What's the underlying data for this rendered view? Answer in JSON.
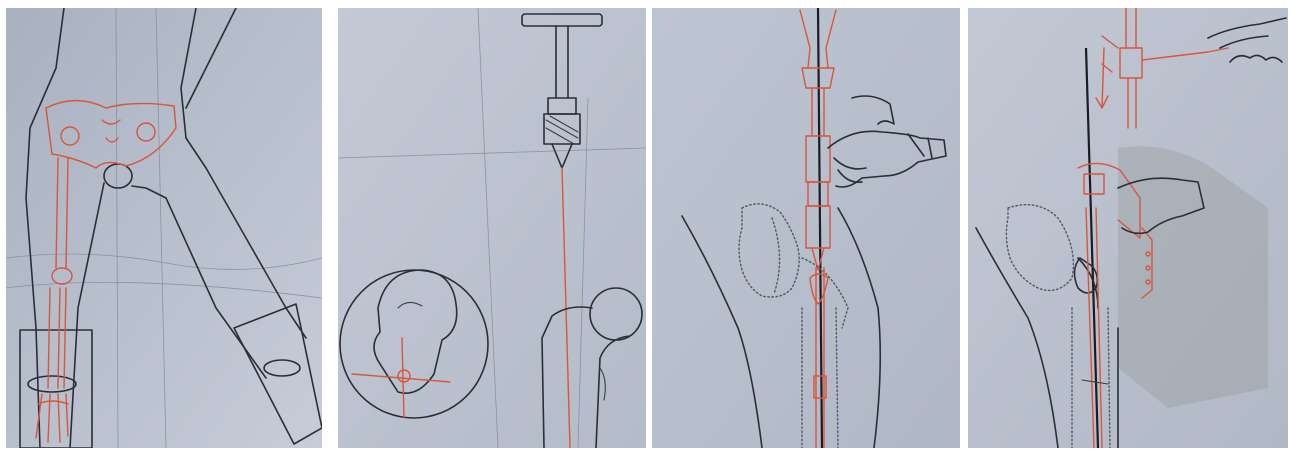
{
  "image": {
    "panels": [
      {
        "id": "panel-1",
        "depicts": "patient-supine-leg-traction-diagram"
      },
      {
        "id": "panel-2",
        "depicts": "t-handle-guide-wire-femur-alignment"
      },
      {
        "id": "panel-3",
        "depicts": "power-drill-reaming-through-hip"
      },
      {
        "id": "panel-4",
        "depicts": "nail-insertion-with-targeting-guide"
      }
    ],
    "colors": {
      "background": "#ffffff",
      "paper": "#b5bccb",
      "ink": "#2b2e36",
      "red_ink": "#d8563a",
      "shadow": "#9aa09f"
    }
  }
}
